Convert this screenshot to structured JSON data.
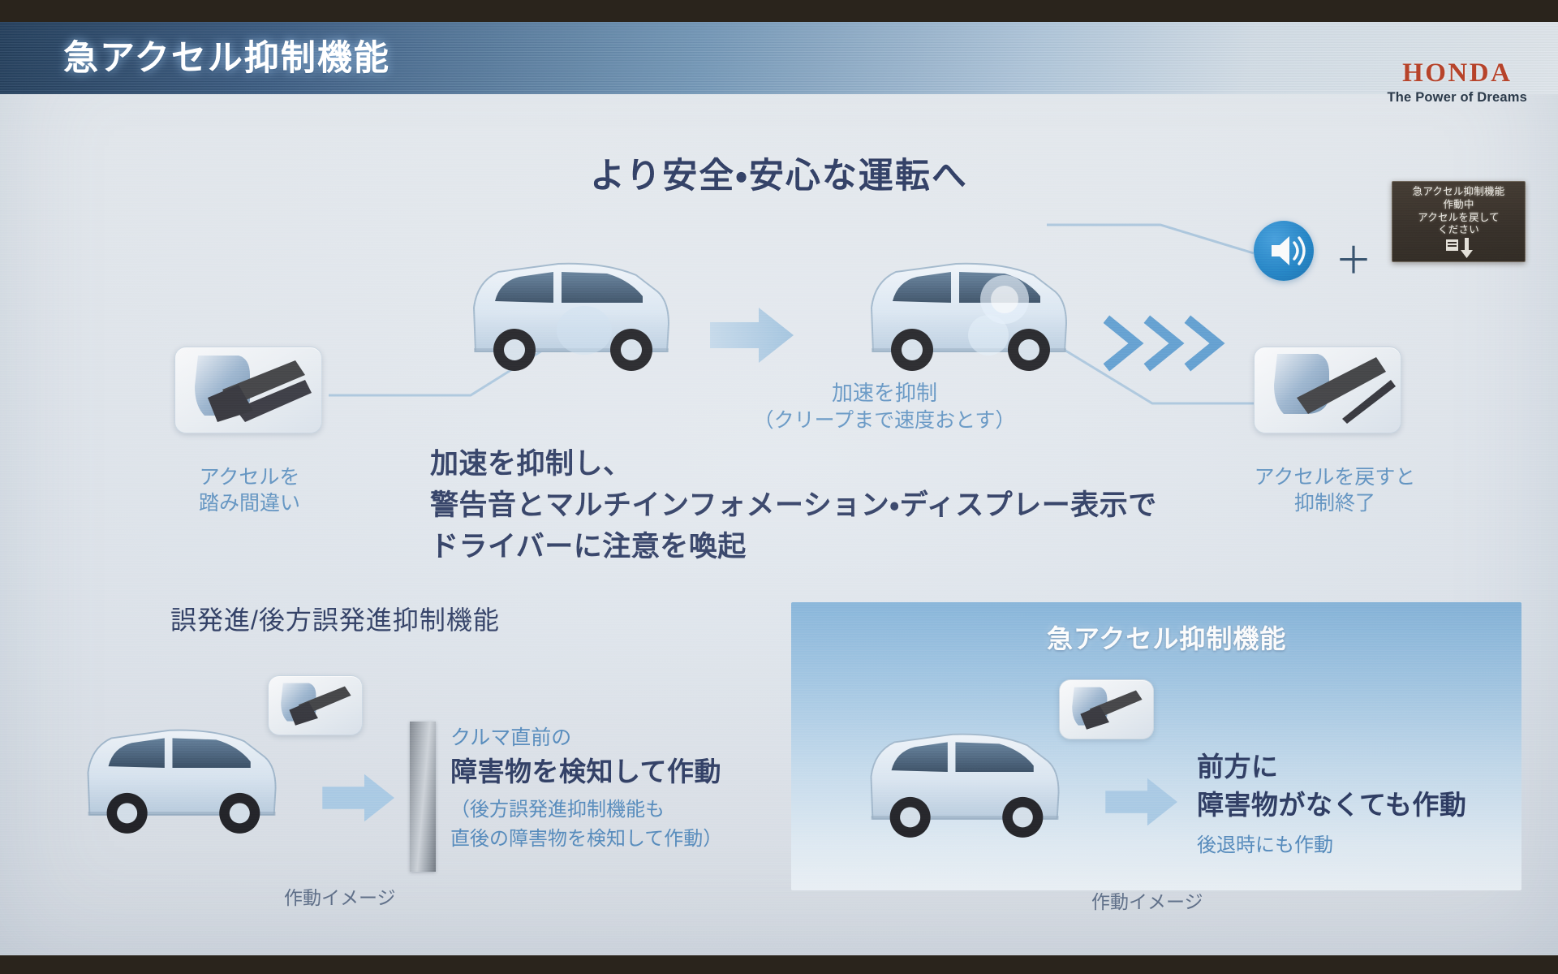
{
  "header": {
    "title": "急アクセル抑制機能",
    "brand": "HONDA",
    "brand_tagline": "The Power of Dreams",
    "brand_color": "#b7432a",
    "bar_gradient_from": "#1f3a57",
    "bar_gradient_to": "#e6ecf1"
  },
  "main": {
    "headline": "より安全・安心な運転へ",
    "left_pedal_caption_line1": "アクセルを",
    "left_pedal_caption_line2": "踏み間違い",
    "middle_label_line1": "加速を抑制",
    "middle_label_line2": "（クリープまで速度おとす）",
    "right_pedal_caption_line1": "アクセルを戻すと",
    "right_pedal_caption_line2": "抑制終了",
    "body_line1": "加速を抑制し、",
    "body_line2": "警告音とマルチインフォメーション・ディスプレー表示で",
    "body_line3": "ドライバーに注意を喚起",
    "plus_symbol": "＋",
    "speaker_icon": "speaker-icon",
    "arrow_icon": "right-arrow-icon",
    "chevron_icon": "chevron-right-icon",
    "text_color_blue": "#5b8fc0",
    "text_color_dark": "#27355c"
  },
  "mid_display": {
    "line1": "急アクセル抑制機能",
    "line2": "作動中",
    "line3": "アクセルを戻して",
    "line4": "ください",
    "icon": "pedal-release-down-arrow-icon",
    "background": "#302820",
    "text_color": "#f2efe8"
  },
  "panel_left": {
    "title": "誤発進/後方誤発進抑制機能",
    "text_line1": "クルマ直前の",
    "text_line2": "障害物を検知して作動",
    "text_line3": "（後方誤発進抑制機能も",
    "text_line4": "直後の障害物を検知して作動）",
    "operation_image_caption": "作動イメージ"
  },
  "panel_right": {
    "title": "急アクセル抑制機能",
    "text_line1": "前方に",
    "text_line2": "障害物がなくても作動",
    "text_line3": "後退時にも作動",
    "operation_image_caption": "作動イメージ",
    "panel_gradient_from": "#7fb0d8",
    "panel_gradient_to": "#eef4f9"
  }
}
